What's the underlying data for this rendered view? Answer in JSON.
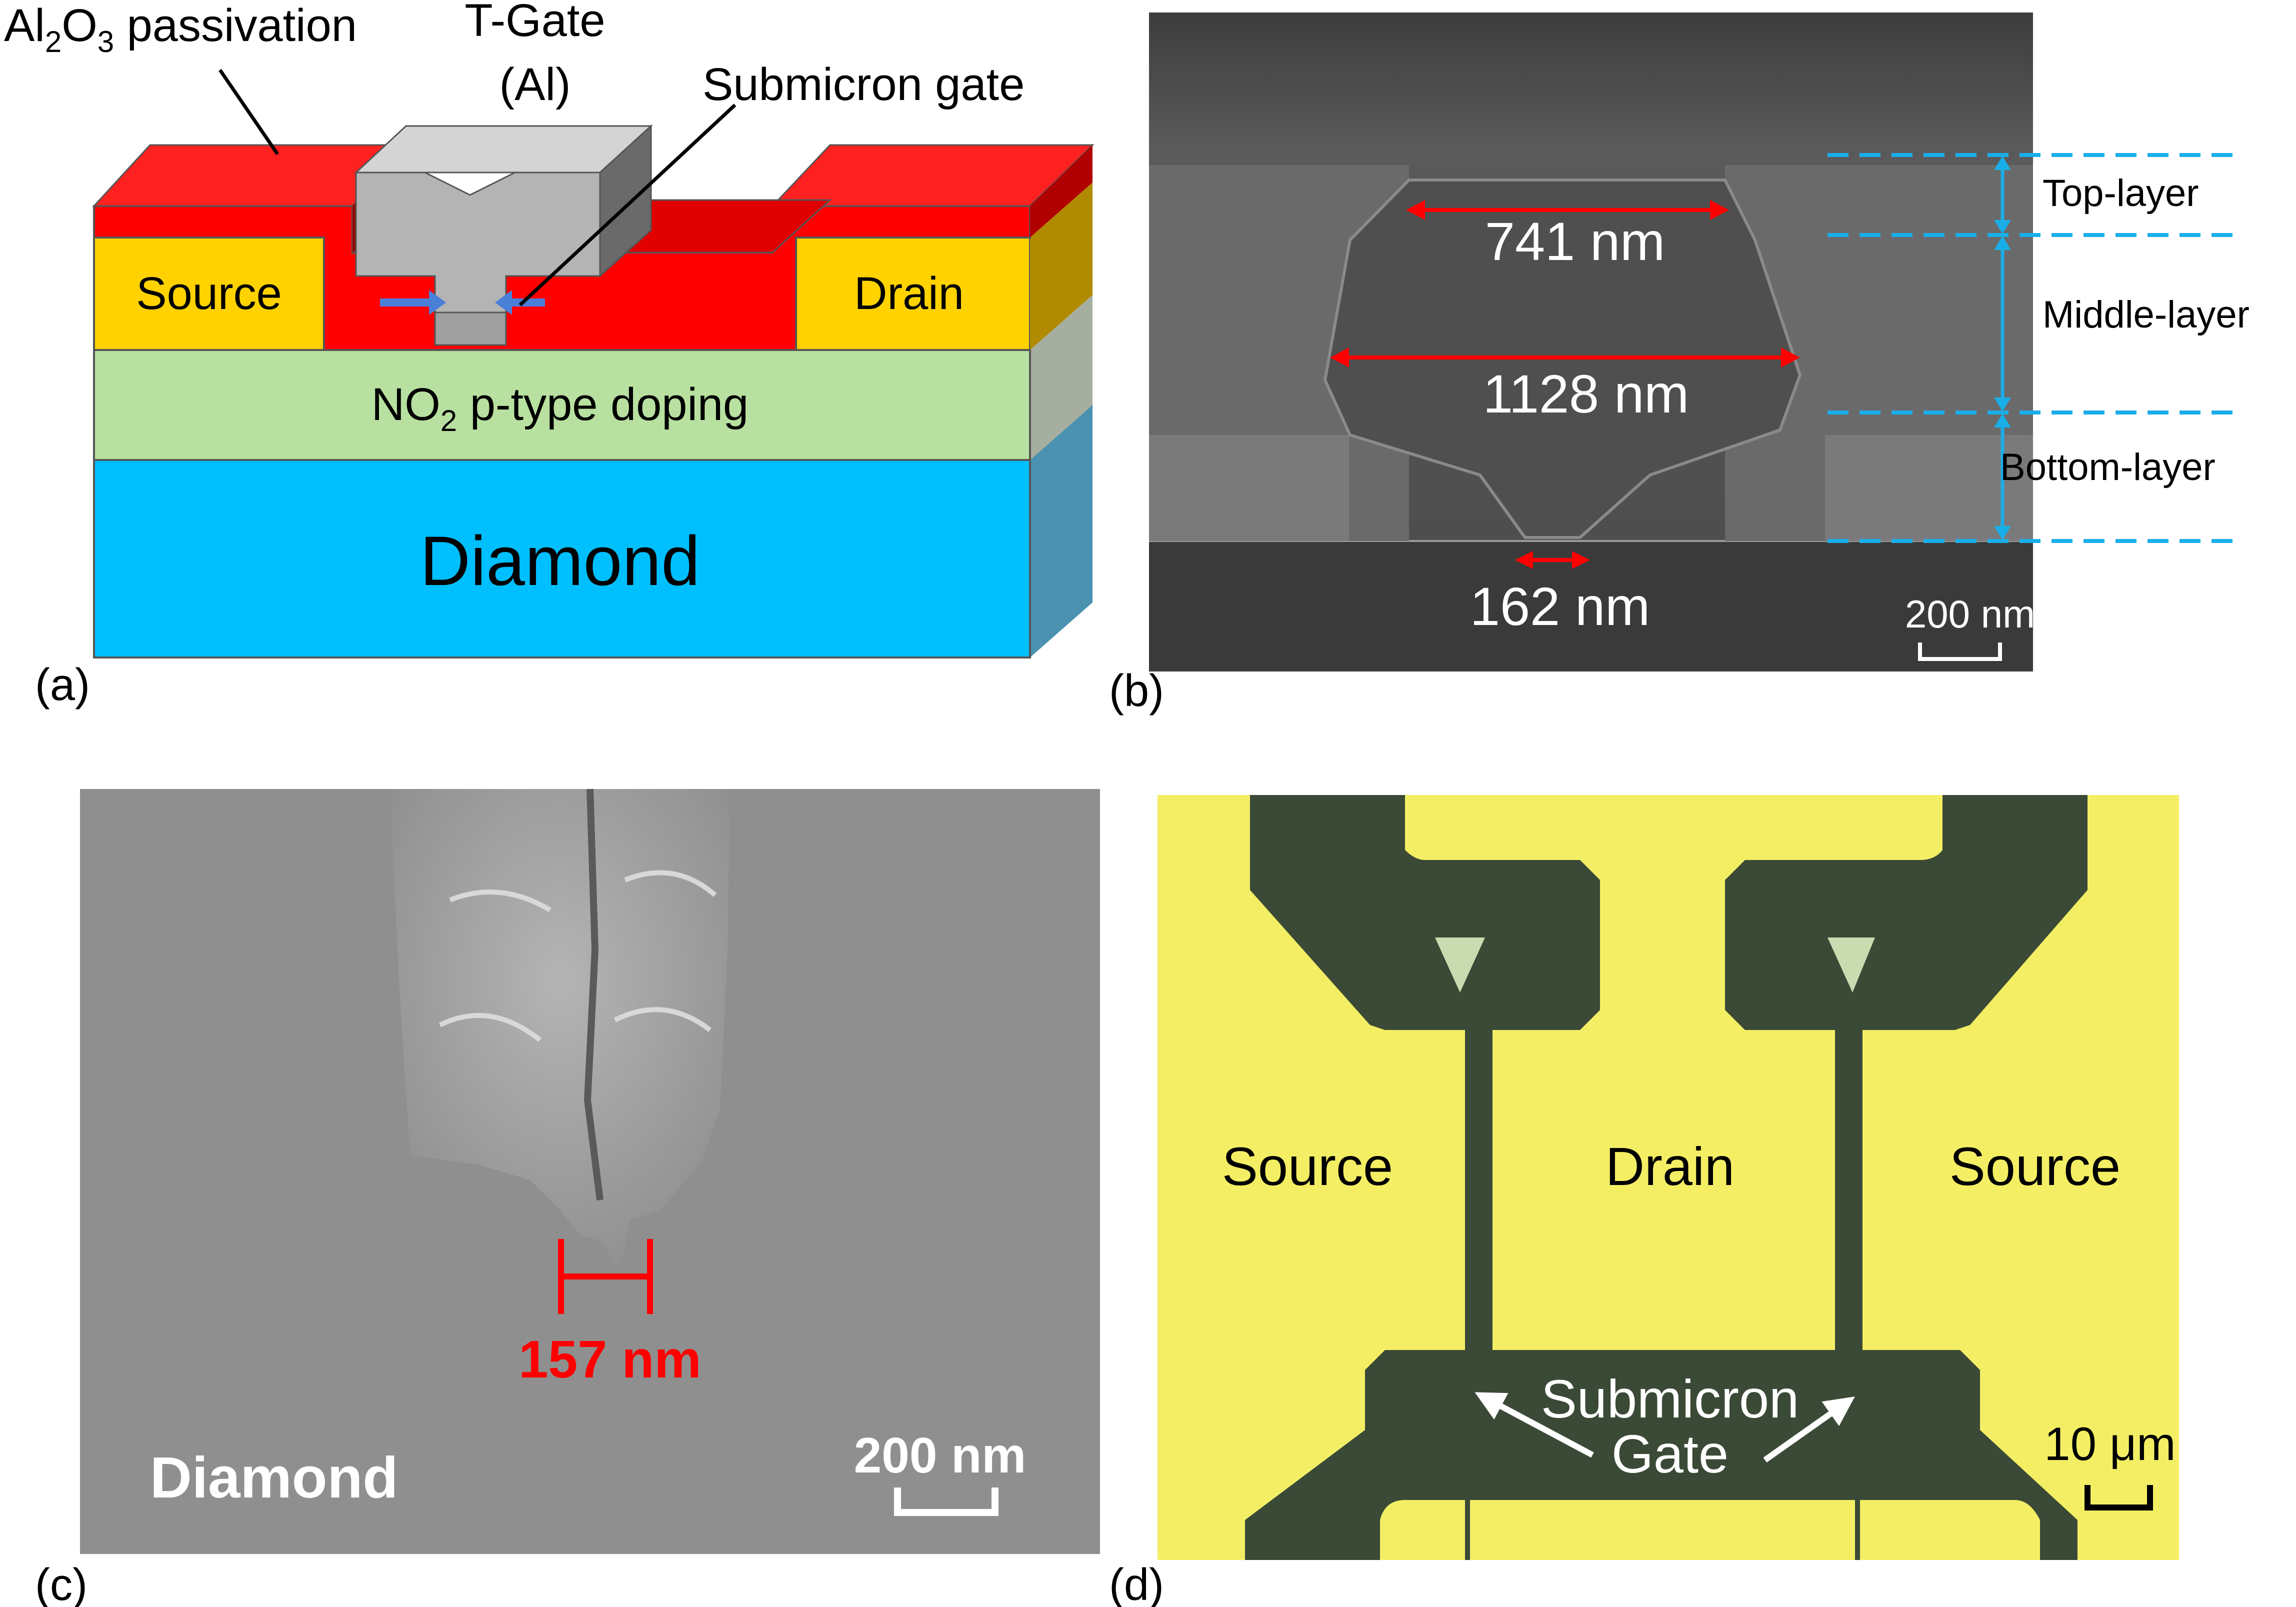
{
  "panel_a": {
    "tag": "(a)",
    "passivation_pre": "Al",
    "passivation_sub1": "2",
    "passivation_mid": "O",
    "passivation_sub2": "3",
    "passivation_post": " passivation",
    "tgate_line1": "T-Gate",
    "tgate_line2": "(Al)",
    "submicron_gate": "Submicron gate",
    "source": "Source",
    "drain": "Drain",
    "doping_pre": "NO",
    "doping_sub": "2",
    "doping_post": " p-type doping",
    "substrate": "Diamond",
    "colors": {
      "passivation": "#ff0000",
      "contact": "#ffd200",
      "doping": "#b8e0a0",
      "diamond": "#00bfff",
      "gate": "#b4b4b4"
    }
  },
  "panel_b": {
    "tag": "(b)",
    "dim_top": "741 nm",
    "dim_middle": "1128 nm",
    "dim_bottom": "162 nm",
    "layer_top": "Top-layer",
    "layer_middle": "Middle-layer",
    "layer_bottom": "Bottom-layer",
    "scale": "200 nm"
  },
  "panel_c": {
    "tag": "(c)",
    "gate_length": "157 nm",
    "material": "Diamond",
    "scale": "200 nm"
  },
  "panel_d": {
    "tag": "(d)",
    "source_left": "Source",
    "drain": "Drain",
    "source_right": "Source",
    "gate_line1": "Submicron",
    "gate_line2": "Gate",
    "scale": "10 μm"
  }
}
